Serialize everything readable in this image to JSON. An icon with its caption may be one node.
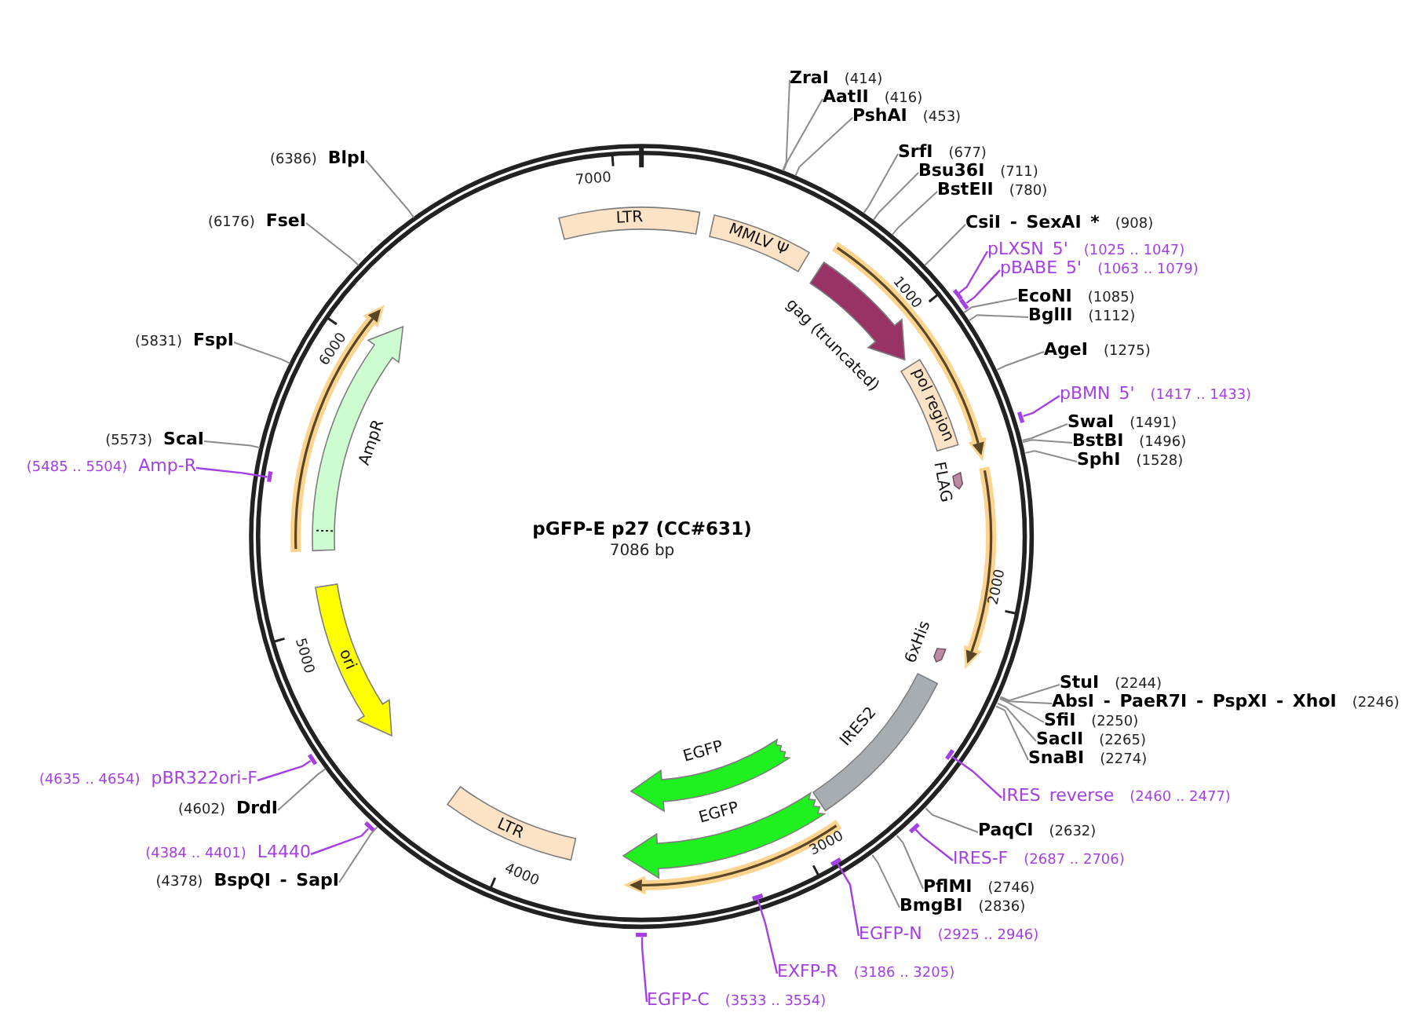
{
  "diagram": {
    "title": "pGFP-E p27 (CC#631)",
    "nodes": [
      {
        "text": [],
        "shape": "circle"
      },
      {
        "text": [
          "LTR"
        ],
        "in": 0
      },
      {
        "text": [
          "MMLV Ψ"
        ],
        "in": 0
      },
      {
        "text": [],
        "shape": "arrow",
        "beside": [
          "gag (truncated)"
        ],
        "in": 0
      },
      {
        "text": [
          "pol region"
        ],
        "in": 0
      },
      {
        "text": [],
        "shape": "arrow",
        "in": 0
      },
      {
        "text": [],
        "shape": "arrow",
        "beside": [
          "FLAG"
        ],
        "in": 0
      },
      {
        "text": [],
        "shape": "arrow",
        "in": 0
      },
      {
        "text": [],
        "shape": "arrow",
        "beside": [
          "6xHis"
        ],
        "in": 0
      },
      {
        "text": [],
        "shape": "box",
        "beside": [
          "IRES2"
        ],
        "in": 0
      },
      {
        "text": [],
        "shape": "arrow",
        "beside": [
          "EGFP"
        ],
        "in": 0
      },
      {
        "text": [],
        "shape": "arrow",
        "beside": [
          "EGFP"
        ],
        "in": 0
      },
      {
        "text": [],
        "shape": "arrow",
        "in": 0
      },
      {
        "text": [
          "LTR"
        ],
        "in": 0
      },
      {
        "text": [
          "ori"
        ],
        "in": 0
      },
      {
        "text": [],
        "shape": "arrow",
        "beside": [
          "AmpR"
        ],
        "in": 0
      },
      {
        "text": [],
        "shape": "arrow",
        "in": 0
      },
      {
        "text": [
          "ZraI",
          "(414)"
        ]
      },
      {
        "text": [
          "AatII",
          "(416)"
        ]
      },
      {
        "text": [
          "PshAI",
          "(453)"
        ]
      },
      {
        "text": [
          "SrfI",
          "(677)"
        ]
      },
      {
        "text": [
          "Bsu36I",
          "(711)"
        ]
      },
      {
        "text": [
          "BstEII",
          "(780)"
        ]
      },
      {
        "text": [
          "CsiI - SexAI *",
          "(908)"
        ]
      },
      {
        "text": [
          "pLXSN 5'",
          "(1025 .. 1047)"
        ]
      },
      {
        "text": [
          "pBABE 5'",
          "(1063 .. 1079)"
        ]
      },
      {
        "text": [
          "EcoNI",
          "(1085)"
        ]
      },
      {
        "text": [
          "BglII",
          "(1112)"
        ]
      },
      {
        "text": [
          "AgeI",
          "(1275)"
        ]
      },
      {
        "text": [
          "pBMN 5'",
          "(1417 .. 1433)"
        ]
      },
      {
        "text": [
          "SwaI",
          "(1491)"
        ]
      },
      {
        "text": [
          "BstBI",
          "(1496)"
        ]
      },
      {
        "text": [
          "SphI",
          "(1528)"
        ]
      },
      {
        "text": [
          "StuI",
          "(2244)"
        ]
      },
      {
        "text": [
          "AbsI - PaeR7I - PspXI - XhoI",
          "(2246)"
        ]
      },
      {
        "text": [
          "SfiI",
          "(2250)"
        ]
      },
      {
        "text": [
          "SacII",
          "(2265)"
        ]
      },
      {
        "text": [
          "SnaBI",
          "(2274)"
        ]
      },
      {
        "text": [
          "IRES reverse",
          "(2460 .. 2477)"
        ]
      },
      {
        "text": [
          "PaqCI",
          "(2632)"
        ]
      },
      {
        "text": [
          "IRES-F",
          "(2687 .. 2706)"
        ]
      },
      {
        "text": [
          "PflMI",
          "(2746)"
        ]
      },
      {
        "text": [
          "BmgBI",
          "(2836)"
        ]
      },
      {
        "text": [
          "EGFP-N",
          "(2925 .. 2946)"
        ]
      },
      {
        "text": [
          "EXFP-R",
          "(3186 .. 3205)"
        ]
      },
      {
        "text": [
          "EGFP-C",
          "(3533 .. 3554)"
        ]
      },
      {
        "text": [
          "(4378)",
          "BspQI - SapI"
        ]
      },
      {
        "text": [
          "(4384 .. 4401)",
          "L4440"
        ]
      },
      {
        "text": [
          "(4602)",
          "DrdI"
        ]
      },
      {
        "text": [
          "(4635 .. 4654)",
          "pBR322ori-F"
        ]
      },
      {
        "text": [
          "(5485 .. 5504)",
          "Amp-R"
        ]
      },
      {
        "text": [
          "(5573)",
          "ScaI"
        ]
      },
      {
        "text": [
          "(5831)",
          "FspI"
        ]
      },
      {
        "text": [
          "(6176)",
          "FseI"
        ]
      },
      {
        "text": [
          "(6386)",
          "BlpI"
        ]
      },
      {
        "text": [],
        "shape": "bar"
      },
      {
        "text": [],
        "shape": "bar"
      },
      {
        "text": [],
        "shape": "bar"
      },
      {
        "text": [],
        "shape": "bar",
        "in": 0
      },
      {
        "text": [],
        "shape": "bar"
      },
      {
        "text": [],
        "shape": "bar",
        "in": 0
      },
      {
        "text": [],
        "shape": "bar",
        "in": 0
      },
      {
        "text": [],
        "shape": "bar"
      },
      {
        "text": [],
        "shape": "bar"
      },
      {
        "text": [],
        "shape": "bar"
      },
      {
        "text": [],
        "shape": "bar",
        "in": 0
      }
    ],
    "edges": [
      {
        "from": 17,
        "to": 0,
        "arrow": "none"
      },
      {
        "from": 18,
        "to": 0,
        "arrow": "none"
      },
      {
        "from": 19,
        "to": 0,
        "arrow": "none"
      },
      {
        "from": 20,
        "to": 0,
        "arrow": "none"
      },
      {
        "from": 21,
        "to": 0,
        "arrow": "none"
      },
      {
        "from": 22,
        "to": 0,
        "arrow": "none"
      },
      {
        "from": 23,
        "to": 0,
        "arrow": "none"
      },
      {
        "from": 24,
        "to": 55,
        "arrow": "none",
        "color": "#a43fe6"
      },
      {
        "from": 25,
        "to": 56,
        "arrow": "none",
        "color": "#a43fe6"
      },
      {
        "from": 26,
        "to": 0,
        "arrow": "none"
      },
      {
        "from": 27,
        "to": 0,
        "arrow": "none"
      },
      {
        "from": 28,
        "to": 0,
        "arrow": "none"
      },
      {
        "from": 29,
        "to": 57,
        "arrow": "none",
        "color": "#a43fe6"
      },
      {
        "from": 30,
        "to": 0,
        "arrow": "none"
      },
      {
        "from": 31,
        "to": 0,
        "arrow": "none"
      },
      {
        "from": 32,
        "to": 0,
        "arrow": "none"
      },
      {
        "from": 33,
        "to": 0,
        "arrow": "none"
      },
      {
        "from": 34,
        "to": 0,
        "arrow": "none"
      },
      {
        "from": 35,
        "to": 0,
        "arrow": "none"
      },
      {
        "from": 36,
        "to": 0,
        "arrow": "none"
      },
      {
        "from": 37,
        "to": 0,
        "arrow": "none"
      },
      {
        "from": 38,
        "to": 58,
        "arrow": "none",
        "color": "#a43fe6"
      },
      {
        "from": 39,
        "to": 0,
        "arrow": "none"
      },
      {
        "from": 40,
        "to": 59,
        "arrow": "none",
        "color": "#a43fe6"
      },
      {
        "from": 41,
        "to": 0,
        "arrow": "none"
      },
      {
        "from": 42,
        "to": 0,
        "arrow": "none"
      },
      {
        "from": 43,
        "to": 60,
        "arrow": "none",
        "color": "#a43fe6"
      },
      {
        "from": 44,
        "to": 61,
        "arrow": "none",
        "color": "#a43fe6"
      },
      {
        "from": 45,
        "to": 62,
        "arrow": "none",
        "color": "#a43fe6"
      },
      {
        "from": 46,
        "to": 0,
        "arrow": "none"
      },
      {
        "from": 47,
        "to": 63,
        "arrow": "none",
        "color": "#a43fe6"
      },
      {
        "from": 48,
        "to": 0,
        "arrow": "none"
      },
      {
        "from": 49,
        "to": 64,
        "arrow": "none",
        "color": "#a43fe6"
      },
      {
        "from": 50,
        "to": 65,
        "arrow": "none",
        "color": "#a43fe6"
      },
      {
        "from": 51,
        "to": 0,
        "arrow": "none"
      },
      {
        "from": 52,
        "to": 0,
        "arrow": "none"
      },
      {
        "from": 53,
        "to": 0,
        "arrow": "none"
      },
      {
        "from": 54,
        "to": 0,
        "arrow": "none"
      }
    ],
    "labels": [
      "7086 bp",
      "1000",
      "2000",
      "3000",
      "4000",
      "5000",
      "6000",
      "7000"
    ]
  }
}
